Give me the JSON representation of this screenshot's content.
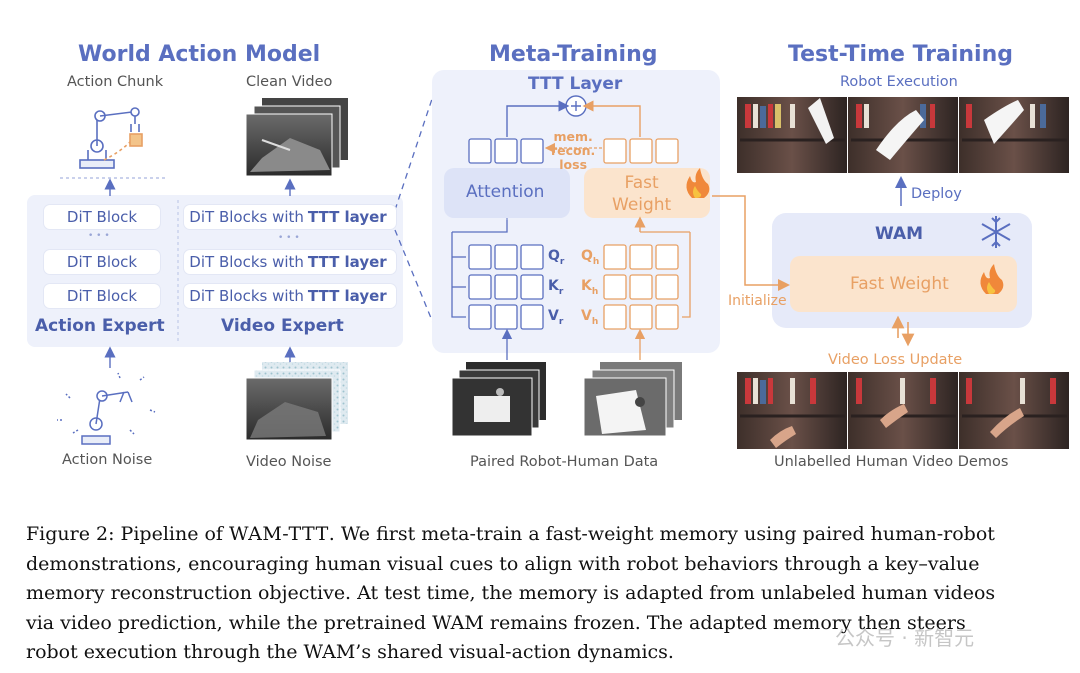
{
  "sections": {
    "wam": "World Action Model",
    "meta": "Meta-Training",
    "ttt": "Test-Time Training"
  },
  "wam": {
    "action_chunk": "Action Chunk",
    "clean_video": "Clean Video",
    "action_noise": "Action Noise",
    "video_noise": "Video Noise",
    "dit_block": "DiT Block",
    "ellipsis": "• • •",
    "video_block_prefix": "DiT Blocks with",
    "video_block_bold": "TTT layer",
    "action_expert": "Action Expert",
    "video_expert": "Video Expert"
  },
  "meta": {
    "ttt_layer": "TTT Layer",
    "attention": "Attention",
    "fast_weight": "Fast\nWeight",
    "loss": "mem.\nrecon.\nloss",
    "qr": "Q",
    "kr": "K",
    "vr": "V",
    "sub_r": "r",
    "qh": "Q",
    "kh": "K",
    "vh": "V",
    "sub_h": "h",
    "paired_data": "Paired Robot-Human Data"
  },
  "ttt": {
    "robot_execution": "Robot Execution",
    "deploy": "Deploy",
    "wam": "WAM",
    "fast_weight": "Fast Weight",
    "initialize": "Initialize",
    "video_loss": "Video Loss Update",
    "human_demos": "Unlabelled Human Video Demos"
  },
  "caption": {
    "lines": [
      [
        "Figure 2: Pipeline of ",
        "WAM-TTT",
        ". We first meta-train a fast-weight memory using paired human-robot"
      ],
      [
        "demonstrations, encouraging human visual cues to align with robot behaviors through a key–value"
      ],
      [
        "memory reconstruction objective. At test time, the memory is adapted from unlabeled human videos"
      ],
      [
        "via video prediction, while the pretrained WAM remains frozen. The adapted memory then steers"
      ],
      [
        "robot execution through the WAM’s shared visual-action dynamics."
      ]
    ]
  },
  "watermark": "公众号 · 新智元",
  "colors": {
    "blue": "#5a6fc0",
    "orange": "#e8a064",
    "panel": "#eef1fb"
  }
}
